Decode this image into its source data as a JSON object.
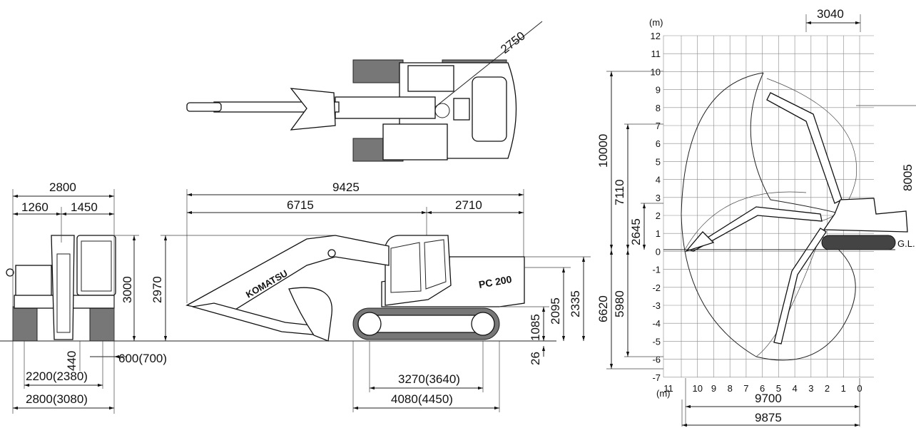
{
  "brand": "KOMATSU",
  "model": "PC 200",
  "top_view": {
    "radius": "2750"
  },
  "front_view": {
    "overall_width": "2800",
    "left_width": "1260",
    "right_width": "1450",
    "height": "3000",
    "ground_clearance": "440",
    "shoe_width": "600(700)",
    "track_gauge": "2200(2380)",
    "track_width": "2800(3080)"
  },
  "side_view": {
    "overall_length": "9425",
    "front_length": "6715",
    "tail_length": "2710",
    "overall_height": "2970",
    "counterweight_clearance": "1085",
    "cab_height": "2095",
    "rear_height": "2335",
    "grouser_height": "26",
    "tumbler_distance": "3270(3640)",
    "track_length": "4080(4450)"
  },
  "range_diagram": {
    "y_unit": "(m)",
    "x_unit": "(m)",
    "y_ticks": [
      "12",
      "11",
      "10",
      "9",
      "8",
      "7",
      "6",
      "5",
      "4",
      "3",
      "2",
      "1",
      "0",
      "-1",
      "-2",
      "-3",
      "-4",
      "-5",
      "-6",
      "-7"
    ],
    "x_ticks": [
      "11",
      "10",
      "9",
      "8",
      "7",
      "6",
      "5",
      "4",
      "3",
      "2",
      "1",
      "0"
    ],
    "ground_line": "G.L.",
    "max_reach_radius_top": "3040",
    "max_cutting_height": "10000",
    "max_dumping_height": "7110",
    "min_swing_height": "2645",
    "max_digging_depth": "6620",
    "max_vertical_wall_depth": "5980",
    "right_height": "8005",
    "max_reach_ground": "9700",
    "max_reach": "9875"
  }
}
